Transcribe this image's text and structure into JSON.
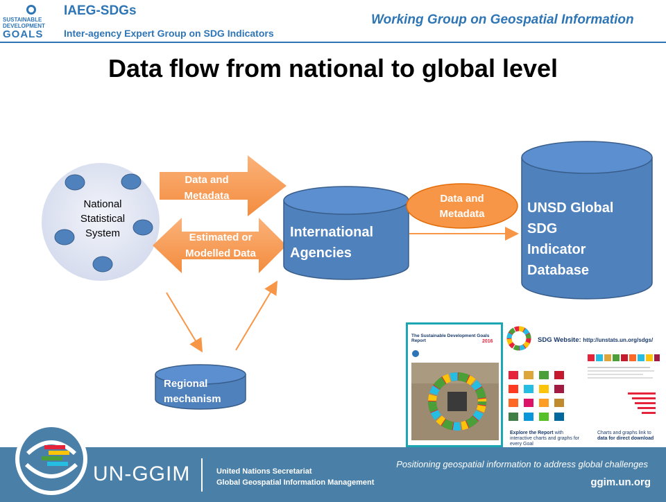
{
  "header": {
    "logo_line1": "SUSTAINABLE",
    "logo_line2": "DEVELOPMENT",
    "logo_line3": "GOALS",
    "title": "IAEG-SDGs",
    "subtitle": "Inter-agency Expert Group on SDG Indicators",
    "working_group": "Working Group on Geospatial Information"
  },
  "slide": {
    "title": "Data flow from national to global level"
  },
  "diagram": {
    "nss_line1": "National",
    "nss_line2": "Statistical",
    "nss_line3": "System",
    "arrow_right_line1": "Data and",
    "arrow_right_line2": "Metadata",
    "arrow_double_line1": "Estimated or",
    "arrow_double_line2": "Modelled Data",
    "intl_line1": "International",
    "intl_line2": "Agencies",
    "oval_line1": "Data and",
    "oval_line2": "Metadata",
    "unsd_line1": "UNSD Global",
    "unsd_line2": "SDG",
    "unsd_line3": "Indicator",
    "unsd_line4": "Database",
    "regional_line1": "Regional",
    "regional_line2": "mechanism"
  },
  "report": {
    "title": "The Sustainable Development Goals Report",
    "year": "2016",
    "website_label": "SDG Website:",
    "website_url": "http://unstats.un.org/sdgs/",
    "explore_bold": "Explore the Report",
    "explore_rest": "with interactive charts and graphs for every Goal",
    "charts_text": "Charts and graphs link to",
    "charts_bold": "data for direct download"
  },
  "footer": {
    "brand": "UN-GGIM",
    "org_line1": "United Nations Secretariat",
    "org_line2": "Global Geospatial Information Management",
    "tagline": "Positioning geospatial information to address global challenges",
    "url": "ggim.un.org"
  },
  "colors": {
    "blue": "#4f81bd",
    "blue_dark": "#385d8a",
    "orange": "#f79646",
    "header_blue": "#2e75b6",
    "footer_bg": "#4a7fa8"
  }
}
